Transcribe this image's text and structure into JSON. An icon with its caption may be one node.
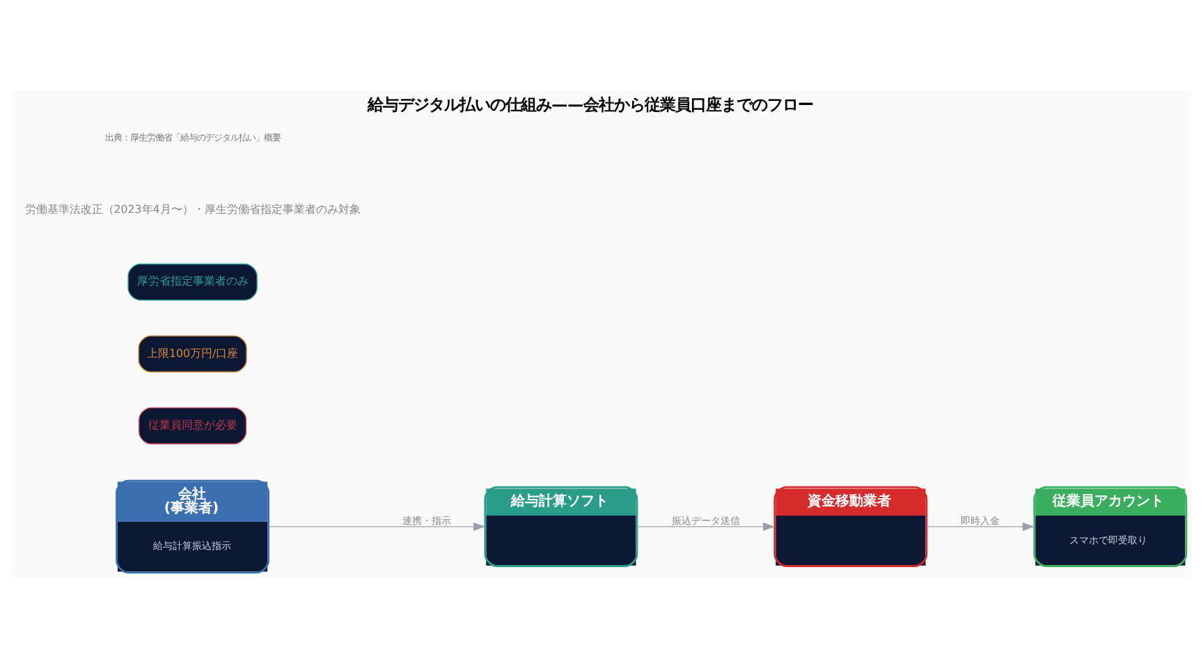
{
  "diagram": {
    "title": "給与デジタル払いの仕組み——会社から従業員口座までのフロー",
    "caption": "出典：厚生労働省「給与のデジタル払い」概要",
    "nodes": [
      {
        "text": [
          "会社 (事業者)",
          "給与計算振込指示"
        ]
      },
      {
        "text": [
          "給与計算ソフト"
        ]
      },
      {
        "text": [
          "資金移動業者"
        ]
      },
      {
        "text": [
          "従業員アカウント",
          "スマホで即受取り"
        ]
      },
      {
        "text": [
          "従業員同意が必要"
        ]
      },
      {
        "text": [
          "上限100万円/口座"
        ]
      },
      {
        "text": [
          "厚労省指定事業者のみ"
        ]
      }
    ],
    "edges": [
      {
        "from": 0,
        "to": 1,
        "arrow": "to",
        "label": "連携・指示"
      },
      {
        "from": 1,
        "to": 2,
        "arrow": "to",
        "label": "振込データ送信"
      },
      {
        "from": 2,
        "to": 3,
        "arrow": "to",
        "label": "即時入金"
      }
    ],
    "labels": [
      "労働基準法改正（2023年4月〜）・厚生労働省指定事業者のみ対象"
    ]
  }
}
